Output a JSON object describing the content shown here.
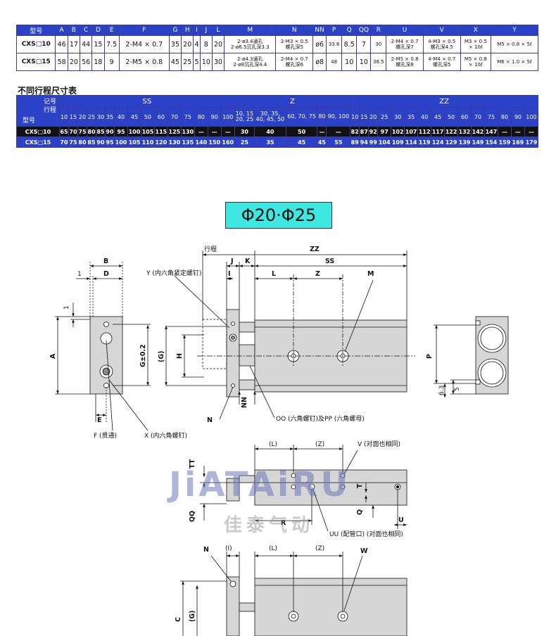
{
  "table1": {
    "headers": [
      "型号",
      "A",
      "B",
      "C",
      "D",
      "E",
      "F",
      "G",
      "H",
      "I",
      "J",
      "L",
      "M",
      "N",
      "NN",
      "P",
      "Q",
      "QQ",
      "R",
      "U",
      "V",
      "X",
      "Y"
    ],
    "rows": [
      {
        "model": "CXS□10",
        "A": "46",
        "B": "17",
        "C": "44",
        "D": "15",
        "E": "7.5",
        "F": "2-M4 × 0.7",
        "G": "35",
        "H": "20",
        "I": "4",
        "J": "8",
        "L": "20",
        "M1": "2-ø3.4通孔",
        "M2": "2-ø6.5沉孔深3.3",
        "N1": "2-M3 × 0.5",
        "N2": "螺孔深5",
        "NN": "ø6",
        "P": "33.6",
        "Q": "8.5",
        "QQ": "7",
        "R": "30",
        "U1": "2-M4 × 0.7",
        "U2": "螺孔深7",
        "V1": "4-M3 × 0.5",
        "V2": "螺孔深4.5",
        "X1": "M3 × 0.5",
        "X2": "× 10ℓ",
        "Y": "M5 × 0.8 × 5ℓ"
      },
      {
        "model": "CXS□15",
        "A": "58",
        "B": "20",
        "C": "56",
        "D": "18",
        "E": "9",
        "F": "2-M5 × 0.8",
        "G": "45",
        "H": "25",
        "I": "5",
        "J": "10",
        "L": "30",
        "M1": "2-ø4.3通孔",
        "M2": "2-ø8沉孔深4.4",
        "N1": "2-M4 × 0.7",
        "N2": "螺孔深6",
        "NN": "ø8",
        "P": "48",
        "Q": "10",
        "QQ": "10",
        "R": "38.5",
        "U1": "2-M5 × 0.8",
        "U2": "螺孔深8",
        "V1": "4-M4 × 0.7",
        "V2": "螺孔深5",
        "X1": "M5 × 0.8",
        "X2": "× 10ℓ",
        "Y": "M6 × 1.0 × 5ℓ"
      }
    ]
  },
  "subtitle": "不同行程尺寸表",
  "table2": {
    "corner_top": "记号",
    "corner_mid": "行程",
    "corner_bottom": "型号",
    "group_ss": "SS",
    "group_z": "Z",
    "group_zz": "ZZ",
    "strokes": [
      "10",
      "15",
      "20",
      "25",
      "30",
      "35",
      "40",
      "45",
      "50",
      "60",
      "70",
      "75",
      "80",
      "90",
      "100"
    ],
    "z_headers": [
      {
        "l1": "10, 15",
        "l2": "20, 25"
      },
      {
        "l1": "30, 35,",
        "l2": "40, 45, 50"
      },
      {
        "l1": "60, 70, 75",
        "l2": ""
      },
      {
        "l1": "80",
        "l2": ""
      },
      {
        "l1": "90, 100",
        "l2": ""
      }
    ],
    "rows": [
      {
        "model": "CXS□10",
        "ss": [
          "65",
          "70",
          "75",
          "80",
          "85",
          "90",
          "95",
          "100",
          "105",
          "115",
          "125",
          "130",
          "—",
          "—",
          "—"
        ],
        "z": [
          "30",
          "40",
          "50",
          "—",
          "—"
        ],
        "zz": [
          "82",
          "87",
          "92",
          "97",
          "102",
          "107",
          "112",
          "117",
          "122",
          "132",
          "142",
          "147",
          "—",
          "—",
          "—"
        ]
      },
      {
        "model": "CXS□15",
        "ss": [
          "70",
          "75",
          "80",
          "85",
          "90",
          "95",
          "100",
          "105",
          "110",
          "120",
          "130",
          "135",
          "140",
          "150",
          "160"
        ],
        "z": [
          "25",
          "35",
          "45",
          "45",
          "55"
        ],
        "zz": [
          "89",
          "94",
          "99",
          "104",
          "109",
          "114",
          "119",
          "124",
          "129",
          "139",
          "149",
          "154",
          "159",
          "169",
          "179"
        ]
      }
    ]
  },
  "title": "Φ20·Φ25",
  "watermark": {
    "latin": "JiATAiRU",
    "chinese": "佳泰气动"
  },
  "labels": {
    "stroke": "行程",
    "ZZ": "ZZ",
    "J": "J",
    "K": "K",
    "SS": "SS",
    "I": "I",
    "L": "L",
    "Z": "Z",
    "M": "M",
    "B": "B",
    "D": "D",
    "one": "1",
    "one_v": "1",
    "A": "A",
    "G02": "G±0.2",
    "Gp": "(G)",
    "H": "H",
    "Y": "Y (内六角紧定螺钉)",
    "E": "E",
    "F": "F (贯通)",
    "X": "X (内六角螺钉)",
    "N": "N",
    "NN": "NN",
    "OOPP": "OO (六角螺钉)及PP (六角螺母)",
    "P": "P",
    "six3": "6.3",
    "five": "5",
    "Lp": "(L)",
    "Zp": "(Z)",
    "V": "V (对面也相同)",
    "TT": "TT",
    "QQ": "QQ",
    "T": "T",
    "Q": "Q",
    "R": "R",
    "U": "U",
    "UU": "UU (配管口) (对面也相同)",
    "N2": "N",
    "Ip": "(I)",
    "Lp2": "(L)",
    "Zp2": "(Z)",
    "W": "W",
    "C": "C",
    "G3": "(G)"
  }
}
